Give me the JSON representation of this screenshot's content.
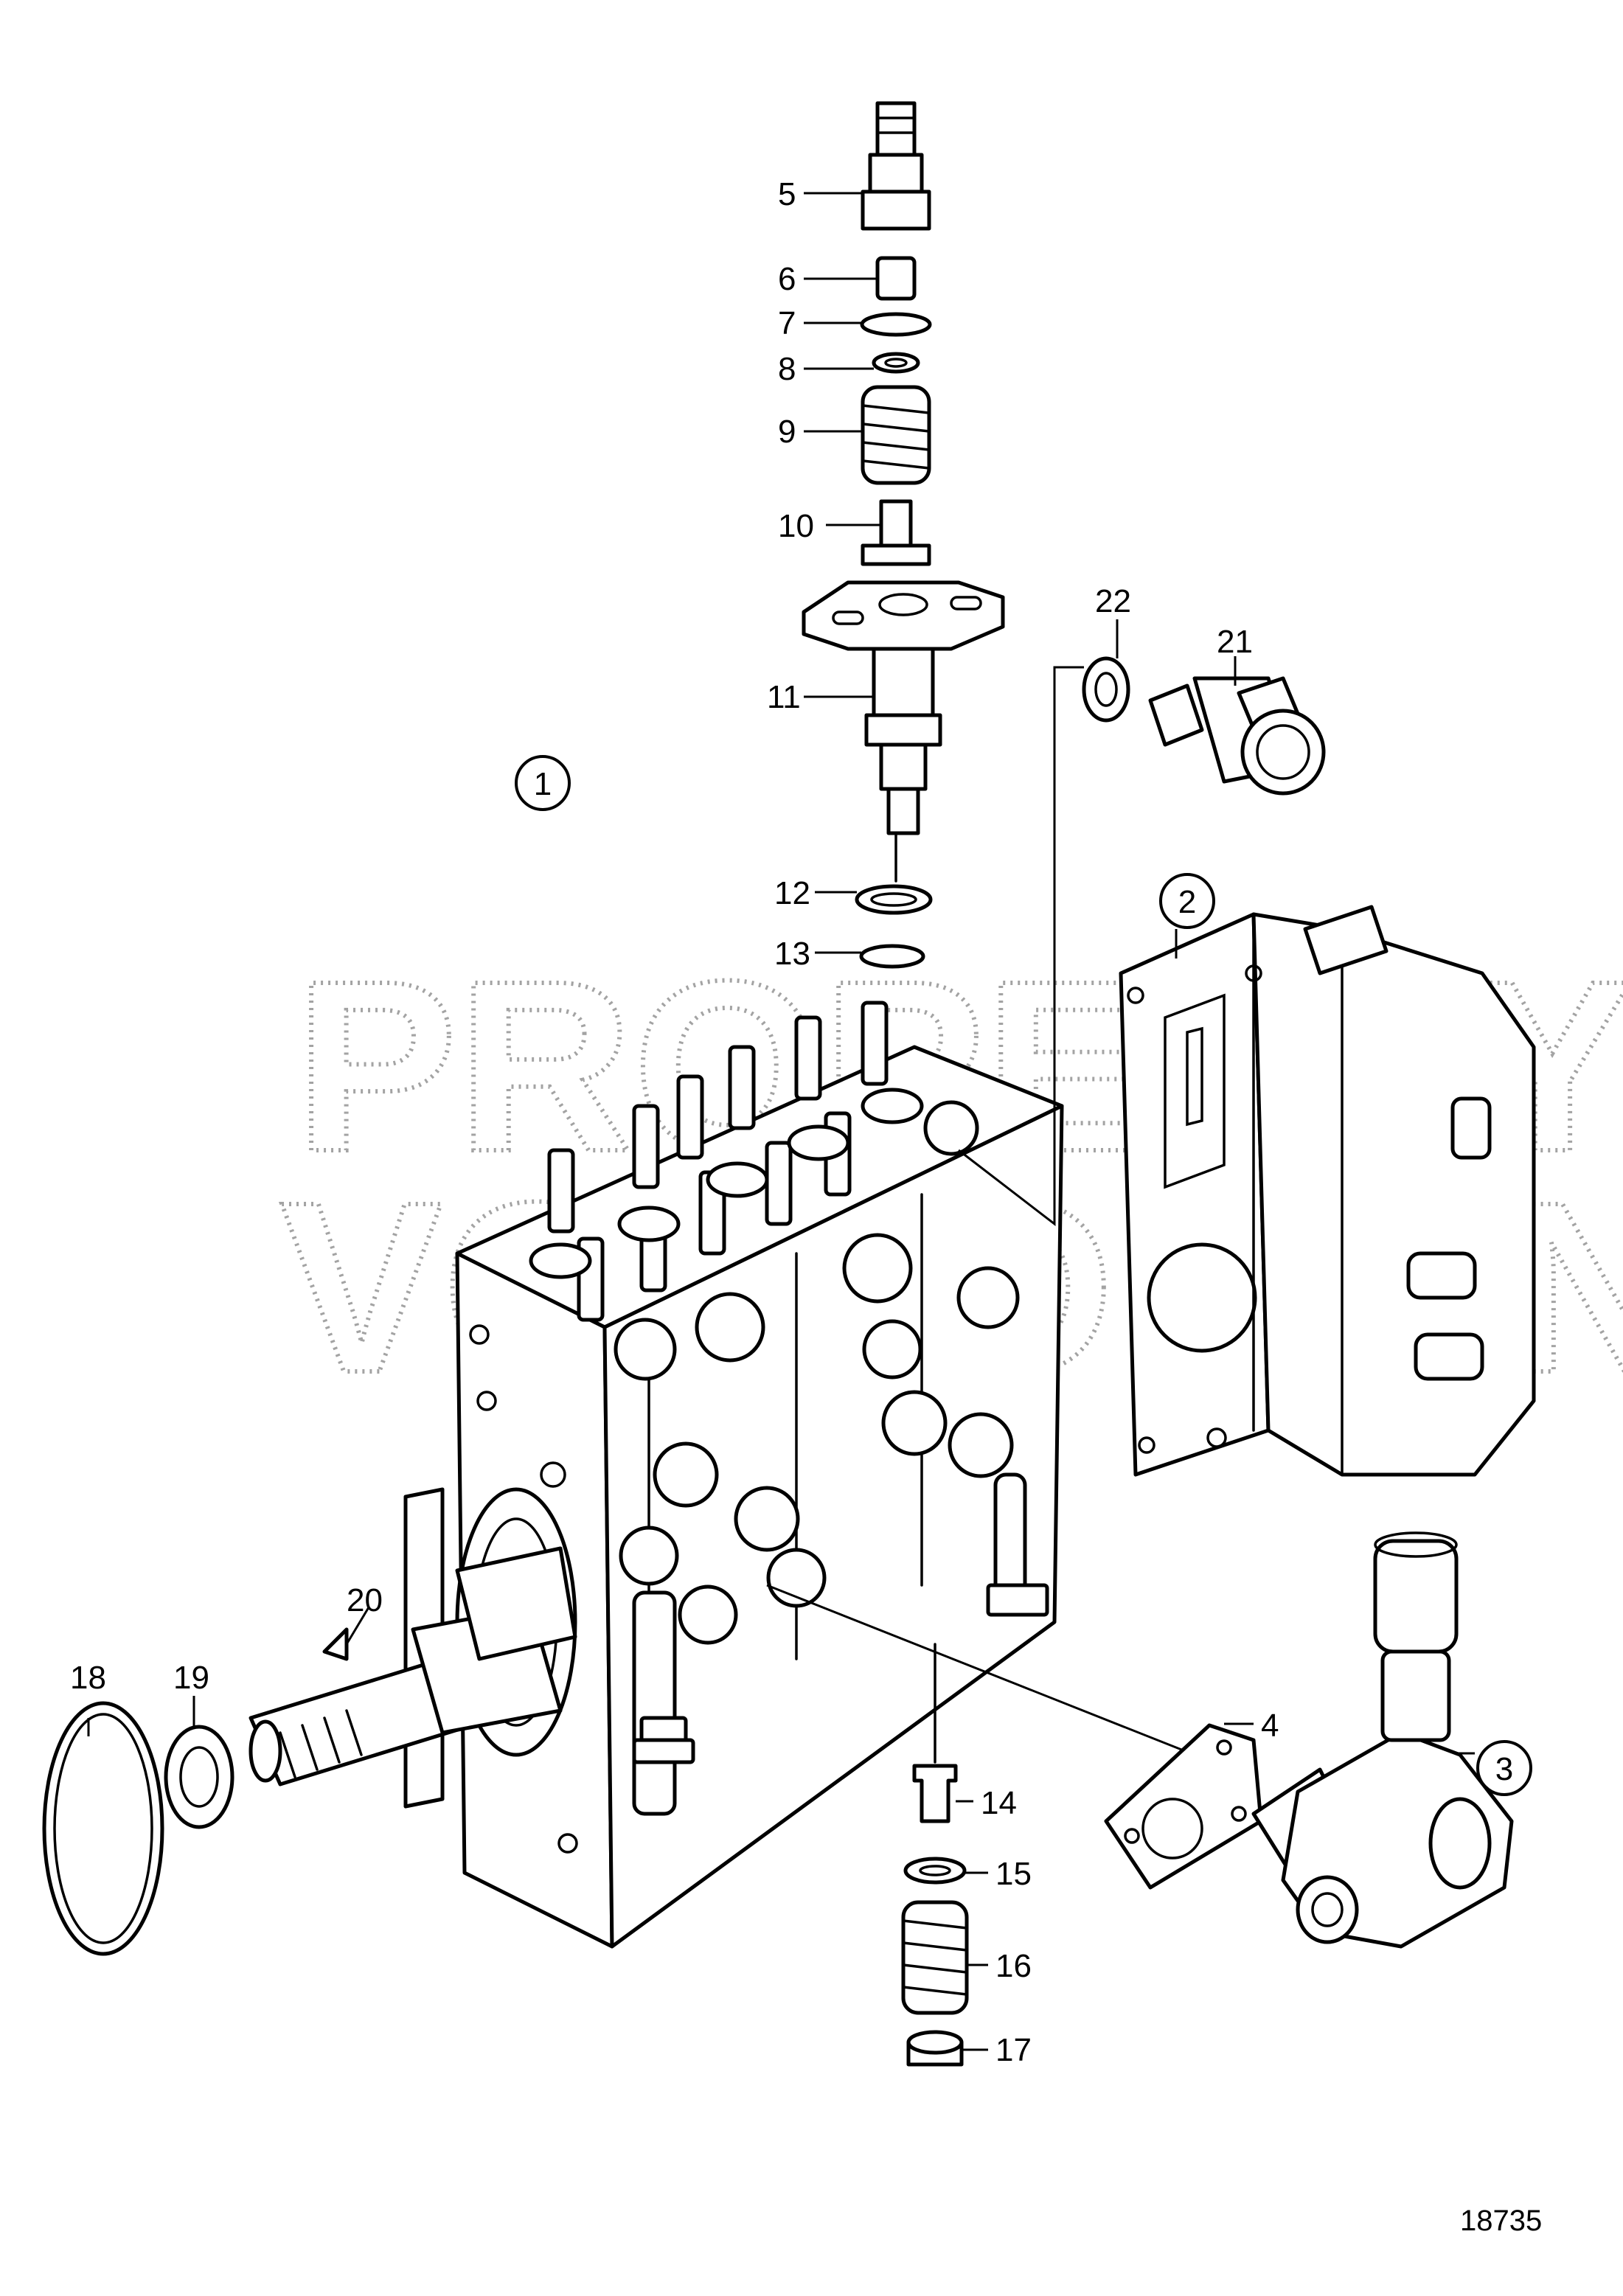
{
  "watermark": {
    "line1": "PROPERTY OF",
    "line2": "VOLVO PENTA"
  },
  "figure_number": "18735",
  "circled_labels": [
    "1",
    "2",
    "3"
  ],
  "part_labels": [
    "4",
    "5",
    "6",
    "7",
    "8",
    "9",
    "10",
    "11",
    "12",
    "13",
    "14",
    "15",
    "16",
    "17",
    "18",
    "19",
    "20",
    "21",
    "22"
  ]
}
